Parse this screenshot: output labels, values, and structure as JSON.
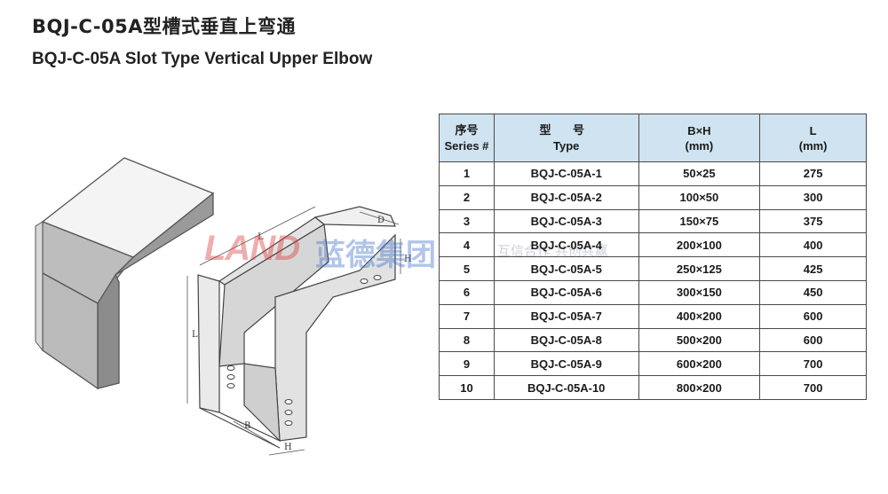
{
  "header": {
    "title_zh": "BQJ-C-05A型槽式垂直上弯通",
    "title_en": "BQJ-C-05A Slot Type Vertical Upper Elbow"
  },
  "watermark": {
    "logo": "LAND",
    "name_zh": "蓝德集团",
    "slogan": "互信合作  共创共赢"
  },
  "drawing": {
    "labels": {
      "L": "L",
      "B": "B",
      "H": "H",
      "D": "D"
    }
  },
  "table": {
    "headers": {
      "series_zh": "序号",
      "series_en": "Series #",
      "type_zh": "型  号",
      "type_en": "Type",
      "bxh": "B×H",
      "bxh_unit": "(mm)",
      "l": "L",
      "l_unit": "(mm)"
    },
    "rows": [
      {
        "series": "1",
        "type": "BQJ-C-05A-1",
        "bxh": "50×25",
        "l": "275"
      },
      {
        "series": "2",
        "type": "BQJ-C-05A-2",
        "bxh": "100×50",
        "l": "300"
      },
      {
        "series": "3",
        "type": "BQJ-C-05A-3",
        "bxh": "150×75",
        "l": "375"
      },
      {
        "series": "4",
        "type": "BQJ-C-05A-4",
        "bxh": "200×100",
        "l": "400"
      },
      {
        "series": "5",
        "type": "BQJ-C-05A-5",
        "bxh": "250×125",
        "l": "425"
      },
      {
        "series": "6",
        "type": "BQJ-C-05A-6",
        "bxh": "300×150",
        "l": "450"
      },
      {
        "series": "7",
        "type": "BQJ-C-05A-7",
        "bxh": "400×200",
        "l": "600"
      },
      {
        "series": "8",
        "type": "BQJ-C-05A-8",
        "bxh": "500×200",
        "l": "600"
      },
      {
        "series": "9",
        "type": "BQJ-C-05A-9",
        "bxh": "600×200",
        "l": "700"
      },
      {
        "series": "10",
        "type": "BQJ-C-05A-10",
        "bxh": "800×200",
        "l": "700"
      }
    ]
  }
}
